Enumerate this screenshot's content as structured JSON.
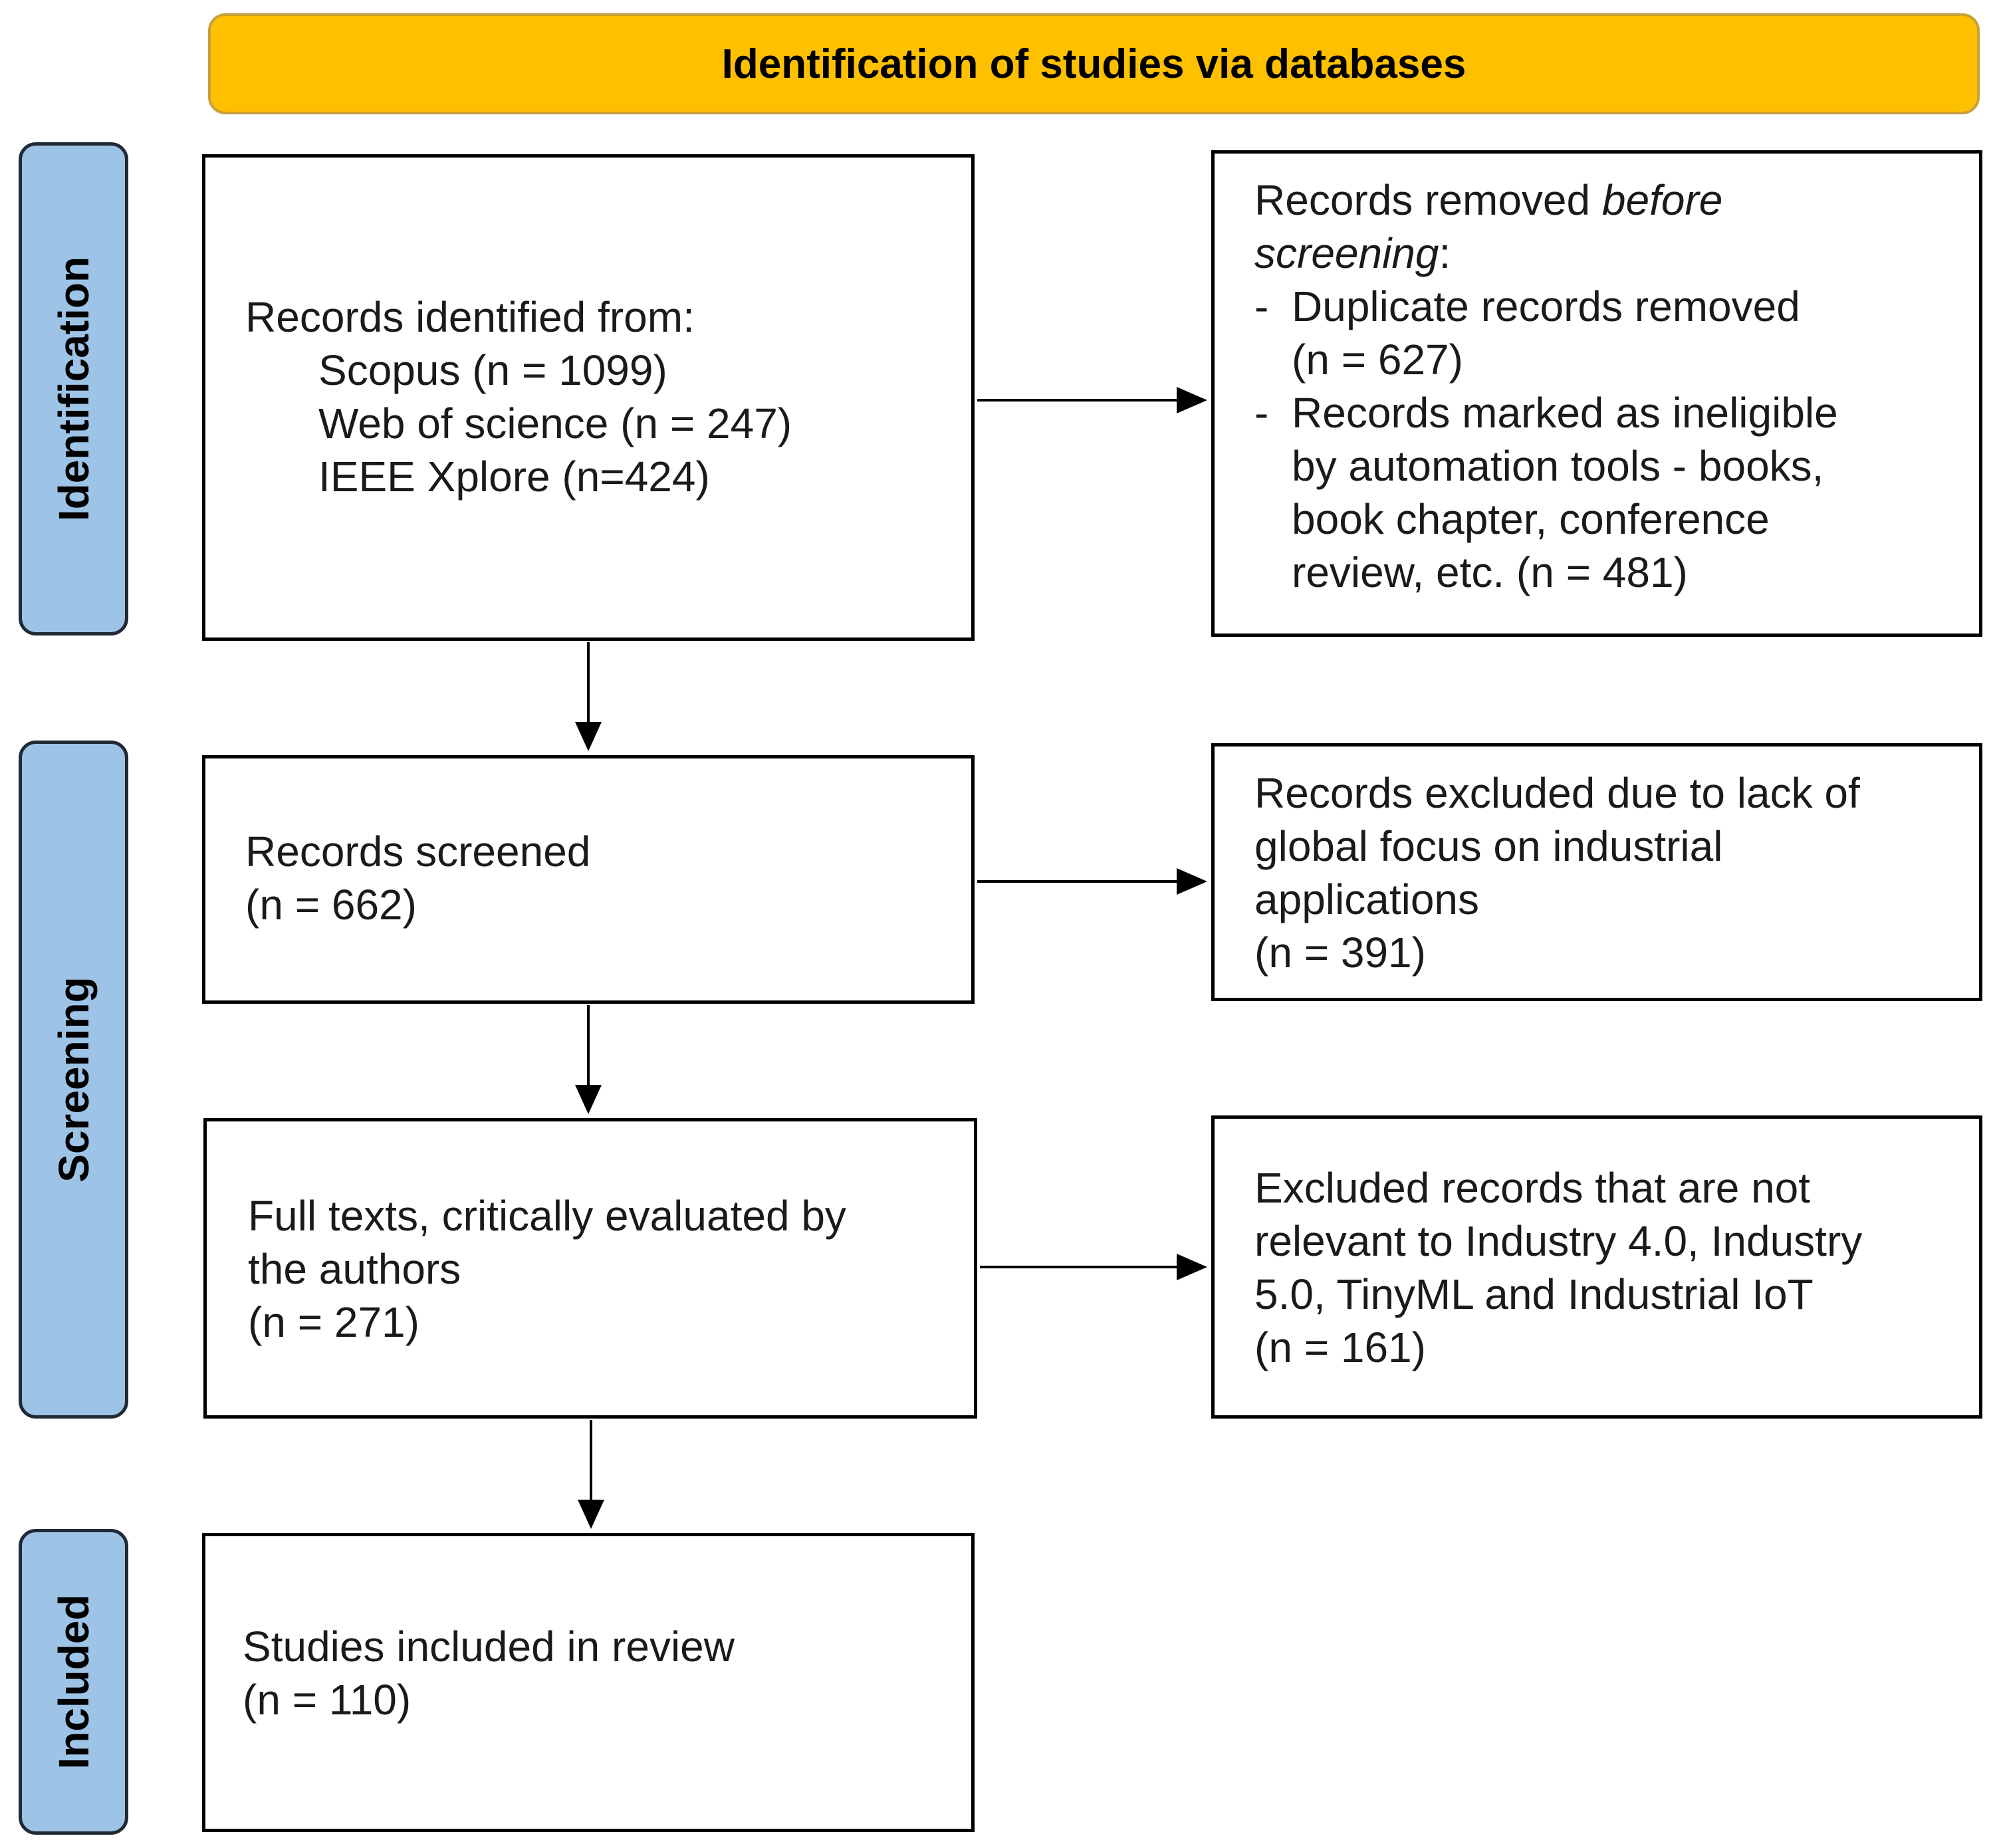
{
  "header": {
    "title": "Identification of studies via databases"
  },
  "phases": {
    "identification": "Identification",
    "screening": "Screening",
    "included": "Included"
  },
  "identified": {
    "heading": "Records identified from:",
    "sources": [
      "Scopus (n = 1099)",
      "Web of science (n = 247)",
      "IEEE Xplore (n=424)"
    ]
  },
  "removed_before": {
    "heading_prefix": "Records removed ",
    "heading_italic_1": "before",
    "heading_italic_2": "screening",
    "heading_suffix": ":",
    "bullet_marker": "-",
    "item1": [
      "Duplicate records removed",
      "(n = 627)"
    ],
    "item2": [
      "Records marked as ineligible",
      "by automation tools - books,",
      "book chapter, conference",
      "review, etc. (n = 481)"
    ]
  },
  "screened": {
    "lines": [
      "Records screened",
      "(n = 662)"
    ]
  },
  "excluded_focus": {
    "lines": [
      "Records excluded due to lack of",
      "global focus on industrial",
      "applications",
      "(n = 391)"
    ]
  },
  "fulltext": {
    "lines": [
      "Full texts, critically evaluated by",
      "the authors",
      "(n = 271)"
    ]
  },
  "excluded_relevance": {
    "lines": [
      "Excluded records that are not",
      "relevant to Industry 4.0, Industry",
      "5.0, TinyML and Industrial IoT",
      "(n = 161)"
    ]
  },
  "included": {
    "lines": [
      "Studies included in review",
      "(n = 110)"
    ]
  }
}
